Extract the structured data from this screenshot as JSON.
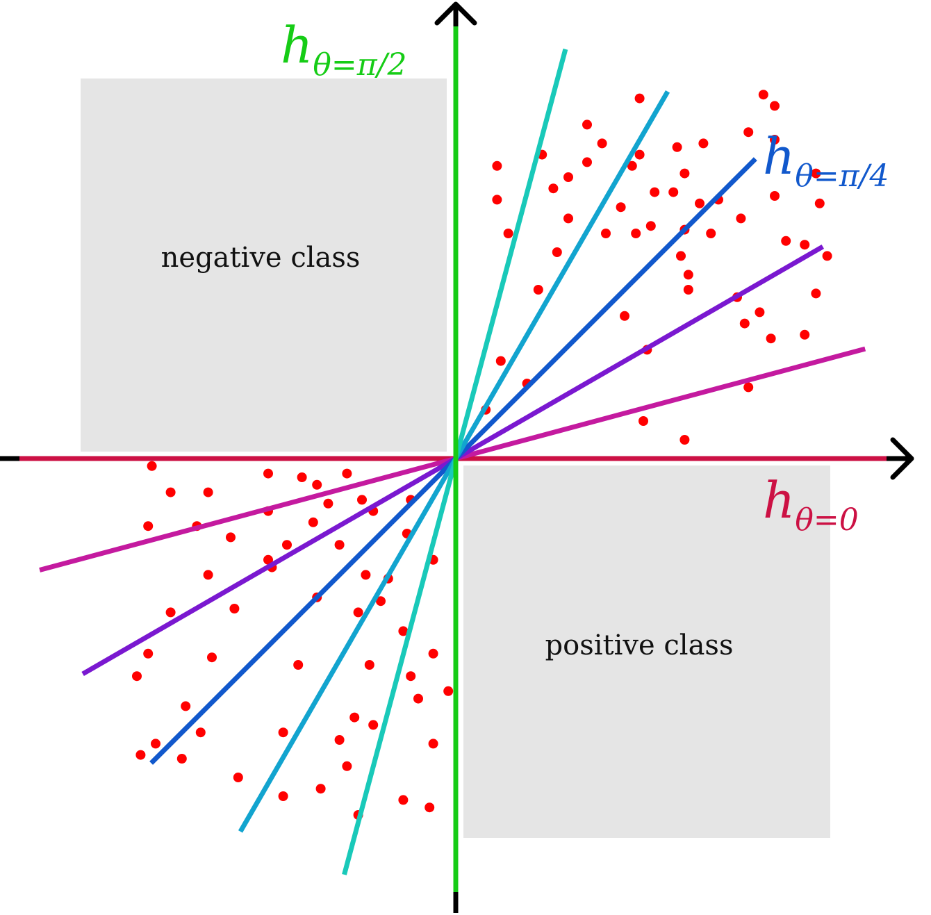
{
  "regions": {
    "negative": {
      "label": "negative class",
      "color": "#e5e5e5"
    },
    "positive": {
      "label": "positive class",
      "color": "#e5e5e5"
    }
  },
  "axes": {
    "color": "#000000"
  },
  "point_color": "#ff0000",
  "hypotheses": [
    {
      "id": "theta-0",
      "angle_deg": 0,
      "color": "#cc1144",
      "label_main": "h",
      "label_sub": "θ=0"
    },
    {
      "angle_deg": 15,
      "color": "#c41a9f"
    },
    {
      "angle_deg": 30,
      "color": "#7a18d0"
    },
    {
      "id": "theta-pi-4",
      "angle_deg": 45,
      "color": "#1158cc",
      "label_main": "h",
      "label_sub": "θ=π/4"
    },
    {
      "angle_deg": 60,
      "color": "#12a4cf"
    },
    {
      "angle_deg": 75,
      "color": "#19c9b9"
    },
    {
      "id": "theta-pi-2",
      "angle_deg": 90,
      "color": "#16cc16",
      "label_main": "h",
      "label_sub": "θ=π/2"
    }
  ],
  "points_q1": [
    [
      0.11,
      0.69
    ],
    [
      0.35,
      0.79
    ],
    [
      0.27,
      0.55
    ],
    [
      0.45,
      0.38
    ],
    [
      0.52,
      0.62
    ],
    [
      0.62,
      0.49
    ],
    [
      0.75,
      0.43
    ],
    [
      0.81,
      0.39
    ],
    [
      0.93,
      0.33
    ],
    [
      0.97,
      0.68
    ],
    [
      0.85,
      0.85
    ],
    [
      0.76,
      0.64
    ],
    [
      0.59,
      0.83
    ],
    [
      0.7,
      0.69
    ],
    [
      0.3,
      0.64
    ],
    [
      0.22,
      0.45
    ],
    [
      0.4,
      0.6
    ],
    [
      0.49,
      0.81
    ],
    [
      0.58,
      0.71
    ],
    [
      0.85,
      0.94
    ],
    [
      0.14,
      0.6
    ],
    [
      0.3,
      0.75
    ],
    [
      0.39,
      0.84
    ],
    [
      0.61,
      0.76
    ],
    [
      0.78,
      0.87
    ],
    [
      0.99,
      0.54
    ],
    [
      0.23,
      0.81
    ],
    [
      0.35,
      0.89
    ],
    [
      0.49,
      0.96
    ],
    [
      0.85,
      0.7
    ],
    [
      0.96,
      0.76
    ],
    [
      0.93,
      0.57
    ],
    [
      0.48,
      0.6
    ],
    [
      0.6,
      0.54
    ],
    [
      0.51,
      0.29
    ],
    [
      0.62,
      0.45
    ],
    [
      0.77,
      0.36
    ],
    [
      0.68,
      0.6
    ],
    [
      0.08,
      0.13
    ],
    [
      0.11,
      0.78
    ],
    [
      0.12,
      0.26
    ],
    [
      0.19,
      0.2
    ],
    [
      0.26,
      0.72
    ],
    [
      0.44,
      0.67
    ],
    [
      0.82,
      0.97
    ],
    [
      0.5,
      0.1
    ],
    [
      0.61,
      0.05
    ],
    [
      0.78,
      0.19
    ],
    [
      0.84,
      0.32
    ],
    [
      0.96,
      0.44
    ],
    [
      0.61,
      0.61
    ],
    [
      0.65,
      0.68
    ],
    [
      0.53,
      0.71
    ],
    [
      0.47,
      0.78
    ],
    [
      0.66,
      0.84
    ],
    [
      0.88,
      0.58
    ]
  ],
  "points_q3": [
    [
      -0.81,
      -0.02
    ],
    [
      -0.76,
      -0.09
    ],
    [
      -0.82,
      -0.18
    ],
    [
      -0.76,
      -0.41
    ],
    [
      -0.82,
      -0.52
    ],
    [
      -0.85,
      -0.58
    ],
    [
      -0.8,
      -0.76
    ],
    [
      -0.84,
      -0.79
    ],
    [
      -0.73,
      -0.8
    ],
    [
      -0.72,
      -0.66
    ],
    [
      -0.65,
      -0.53
    ],
    [
      -0.66,
      -0.31
    ],
    [
      -0.59,
      -0.4
    ],
    [
      -0.6,
      -0.21
    ],
    [
      -0.69,
      -0.18
    ],
    [
      -0.66,
      -0.09
    ],
    [
      -0.5,
      -0.04
    ],
    [
      -0.5,
      -0.14
    ],
    [
      -0.5,
      -0.27
    ],
    [
      -0.49,
      -0.29
    ],
    [
      -0.45,
      -0.23
    ],
    [
      -0.41,
      -0.05
    ],
    [
      -0.37,
      -0.07
    ],
    [
      -0.38,
      -0.17
    ],
    [
      -0.37,
      -0.37
    ],
    [
      -0.42,
      -0.55
    ],
    [
      -0.34,
      -0.12
    ],
    [
      -0.31,
      -0.23
    ],
    [
      -0.29,
      -0.04
    ],
    [
      -0.25,
      -0.11
    ],
    [
      -0.22,
      -0.14
    ],
    [
      -0.24,
      -0.31
    ],
    [
      -0.26,
      -0.41
    ],
    [
      -0.23,
      -0.55
    ],
    [
      -0.27,
      -0.69
    ],
    [
      -0.31,
      -0.75
    ],
    [
      -0.26,
      -0.95
    ],
    [
      -0.29,
      -0.82
    ],
    [
      -0.22,
      -0.71
    ],
    [
      -0.18,
      -0.32
    ],
    [
      -0.13,
      -0.2
    ],
    [
      -0.14,
      -0.46
    ],
    [
      -0.2,
      -0.38
    ],
    [
      -0.12,
      -0.11
    ],
    [
      -0.12,
      -0.58
    ],
    [
      -0.06,
      -0.27
    ],
    [
      -0.06,
      -0.52
    ],
    [
      -0.07,
      -0.93
    ],
    [
      -0.06,
      -0.76
    ],
    [
      -0.02,
      -0.62
    ],
    [
      -0.1,
      -0.64
    ],
    [
      -0.36,
      -0.88
    ],
    [
      -0.46,
      -0.9
    ],
    [
      -0.58,
      -0.85
    ],
    [
      -0.14,
      -0.91
    ],
    [
      -0.46,
      -0.73
    ],
    [
      -0.68,
      -0.73
    ]
  ]
}
